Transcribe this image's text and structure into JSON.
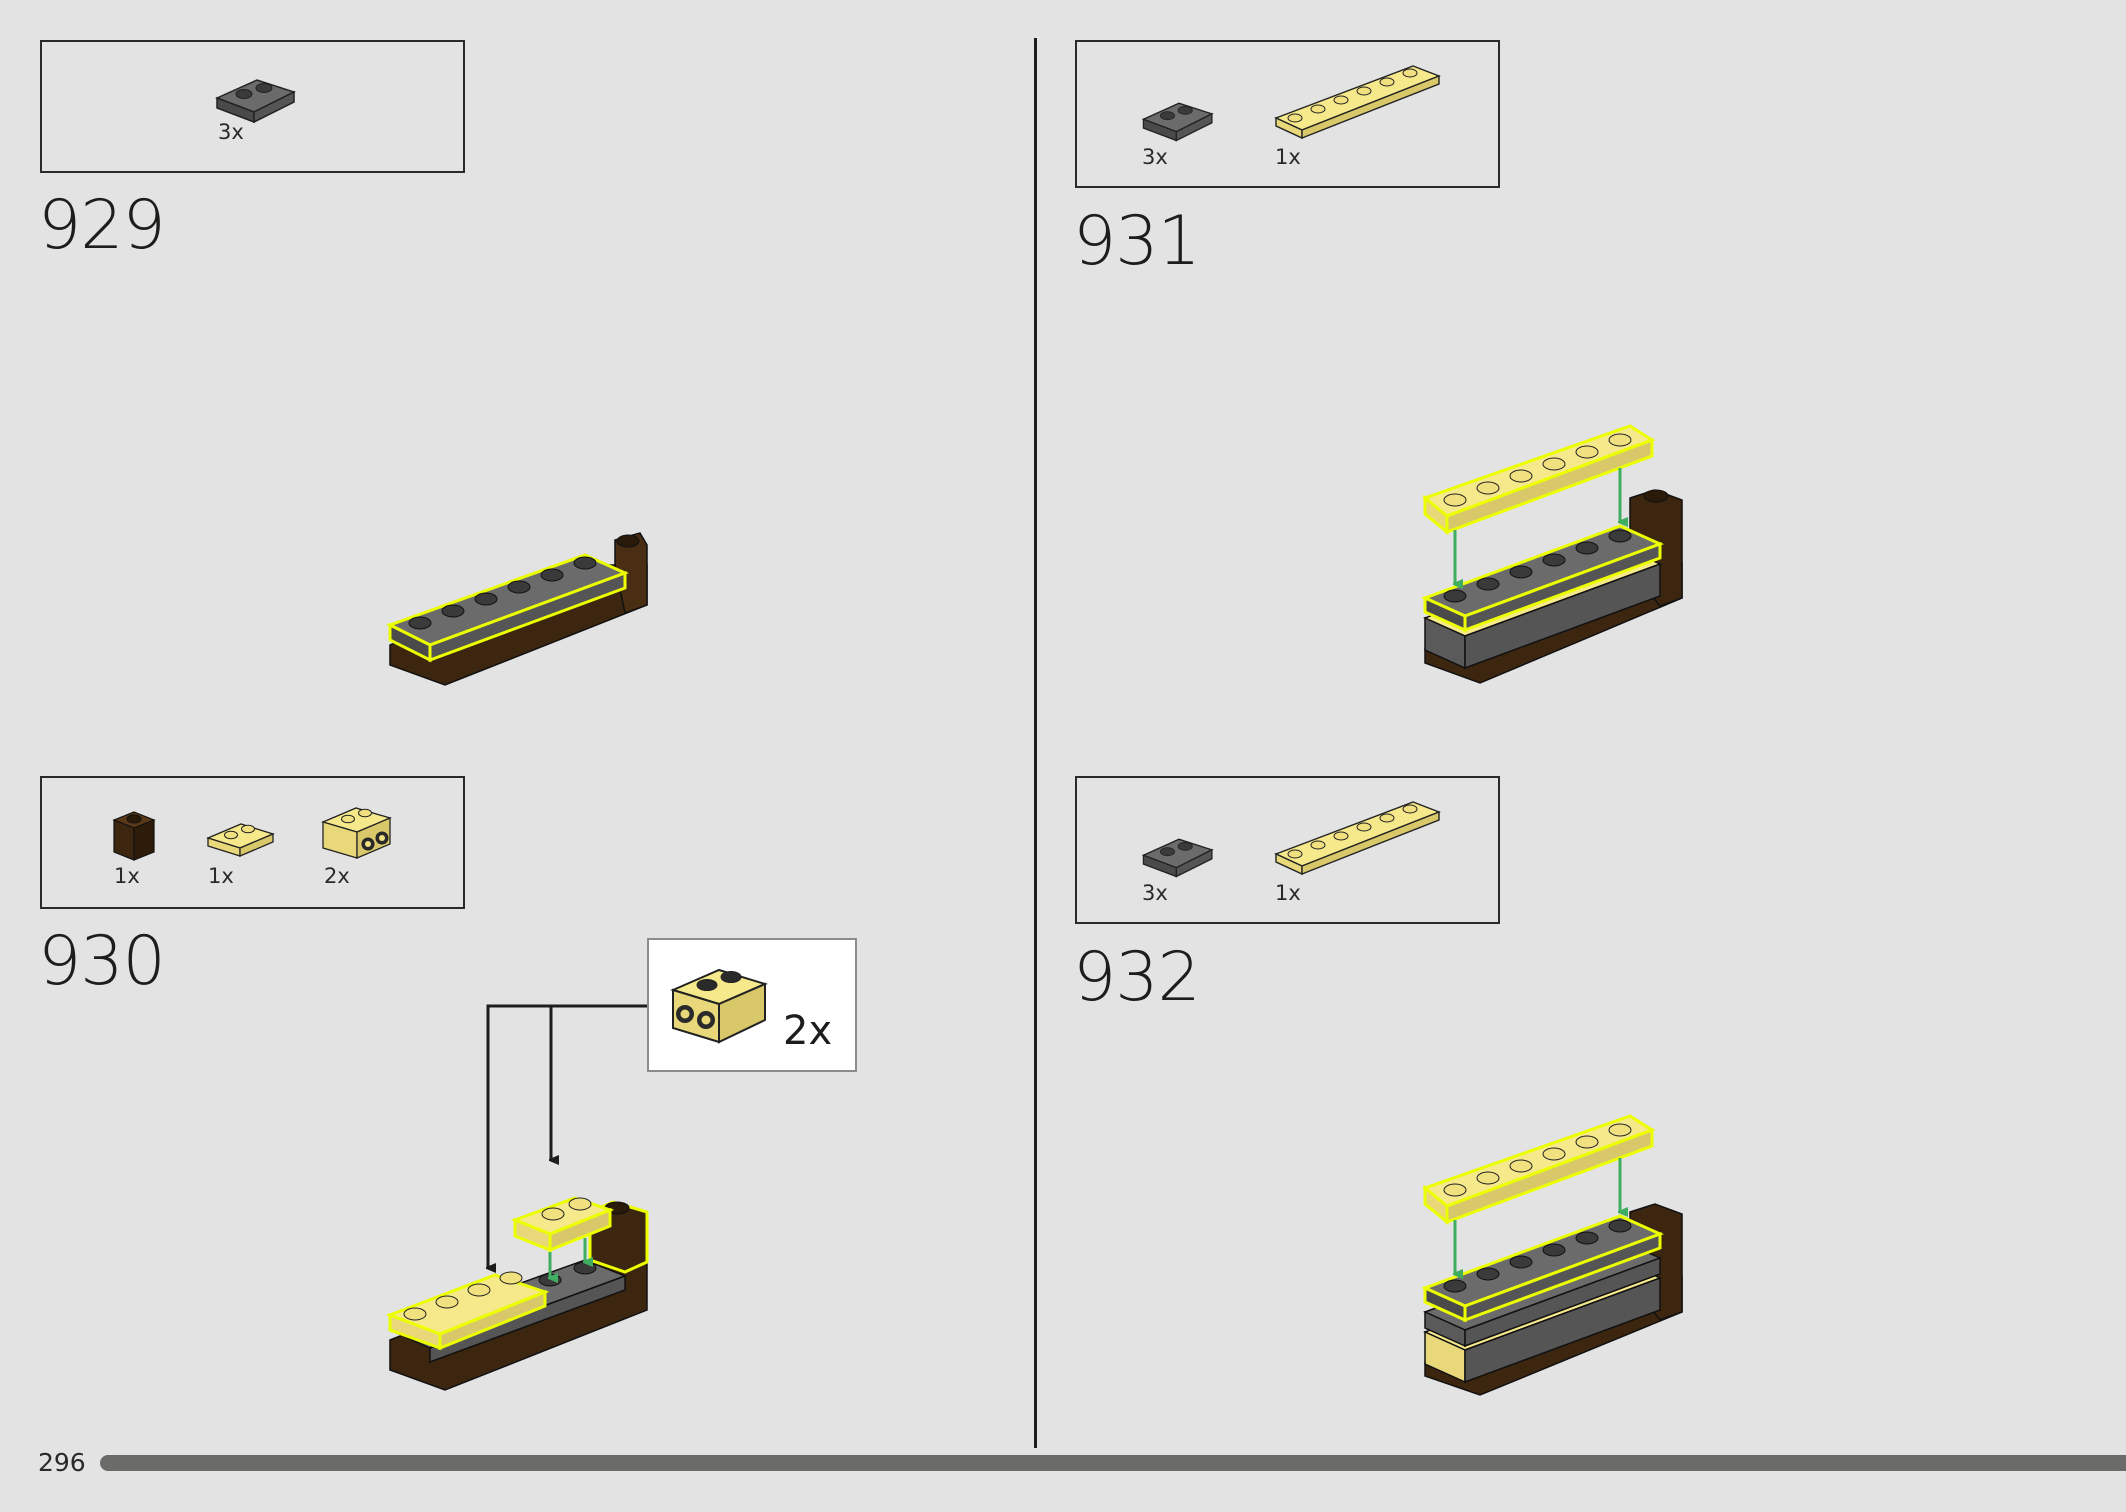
{
  "page": {
    "number": "296",
    "progress": 0.97
  },
  "steps": [
    {
      "number": "929",
      "parts": [
        {
          "qty": "3x",
          "name": "dark-gray-plate-1x2-rail"
        }
      ]
    },
    {
      "number": "930",
      "parts": [
        {
          "qty": "1x",
          "name": "dark-brown-brick-1x1"
        },
        {
          "qty": "1x",
          "name": "yellow-plate-1x2"
        },
        {
          "qty": "2x",
          "name": "yellow-bracket-1x2"
        }
      ],
      "callout": {
        "qty": "2x",
        "name": "yellow-bracket-1x2"
      }
    },
    {
      "number": "931",
      "parts": [
        {
          "qty": "3x",
          "name": "dark-gray-plate-1x2-rail"
        },
        {
          "qty": "1x",
          "name": "yellow-plate-1x6"
        }
      ]
    },
    {
      "number": "932",
      "parts": [
        {
          "qty": "3x",
          "name": "dark-gray-plate-1x2-rail"
        },
        {
          "qty": "1x",
          "name": "yellow-plate-1x6"
        }
      ]
    }
  ],
  "colors": {
    "background": "#e3e3e3",
    "dark_gray": "#5e5e5e",
    "yellow": "#f6e98c",
    "highlight": "#ecff00",
    "dark_brown": "#3d2610",
    "arrow_green": "#3fae60",
    "arrow_black": "#1d1d1b"
  }
}
